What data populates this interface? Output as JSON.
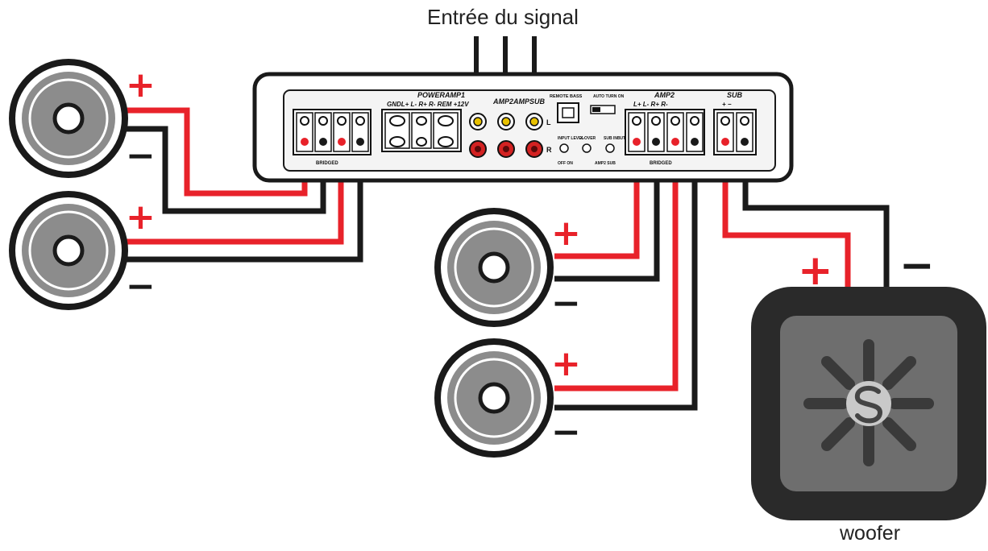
{
  "labels": {
    "signal_input": "Entrée du signal",
    "woofer": "woofer"
  },
  "polarity": {
    "plus": "+",
    "minus": "−"
  },
  "amplifier": {
    "poweramp1": "POWERAMP1",
    "poweramp1_terminals": "GNDL+ L- R+ R-  REM +12V",
    "amp2ampsub": "AMP2AMPSUB",
    "remote_bass": "REMOTE BASS",
    "auto_turn_on": "AUTO TURN ON",
    "amp2": "AMP2",
    "amp2_terminals": "L+ L- R+ R-",
    "sub": "SUB",
    "sub_terminals": "+    −",
    "bridged": "BRIDGED",
    "rca_left": "L",
    "rca_right": "R",
    "input_level": "INPUT LEVEL",
    "x_over": "X-OVER",
    "sub_inbut": "SUB INBUT",
    "dsp_on_off": "OFF  ON",
    "amp2_sub": "AMP2 SUB"
  },
  "colors": {
    "positive_wire": "#e8222a",
    "negative_wire": "#1a1a1a",
    "speaker_cone": "#8c8c8c",
    "woofer_body": "#2a2a2a",
    "woofer_face": "#6e6e6e"
  }
}
